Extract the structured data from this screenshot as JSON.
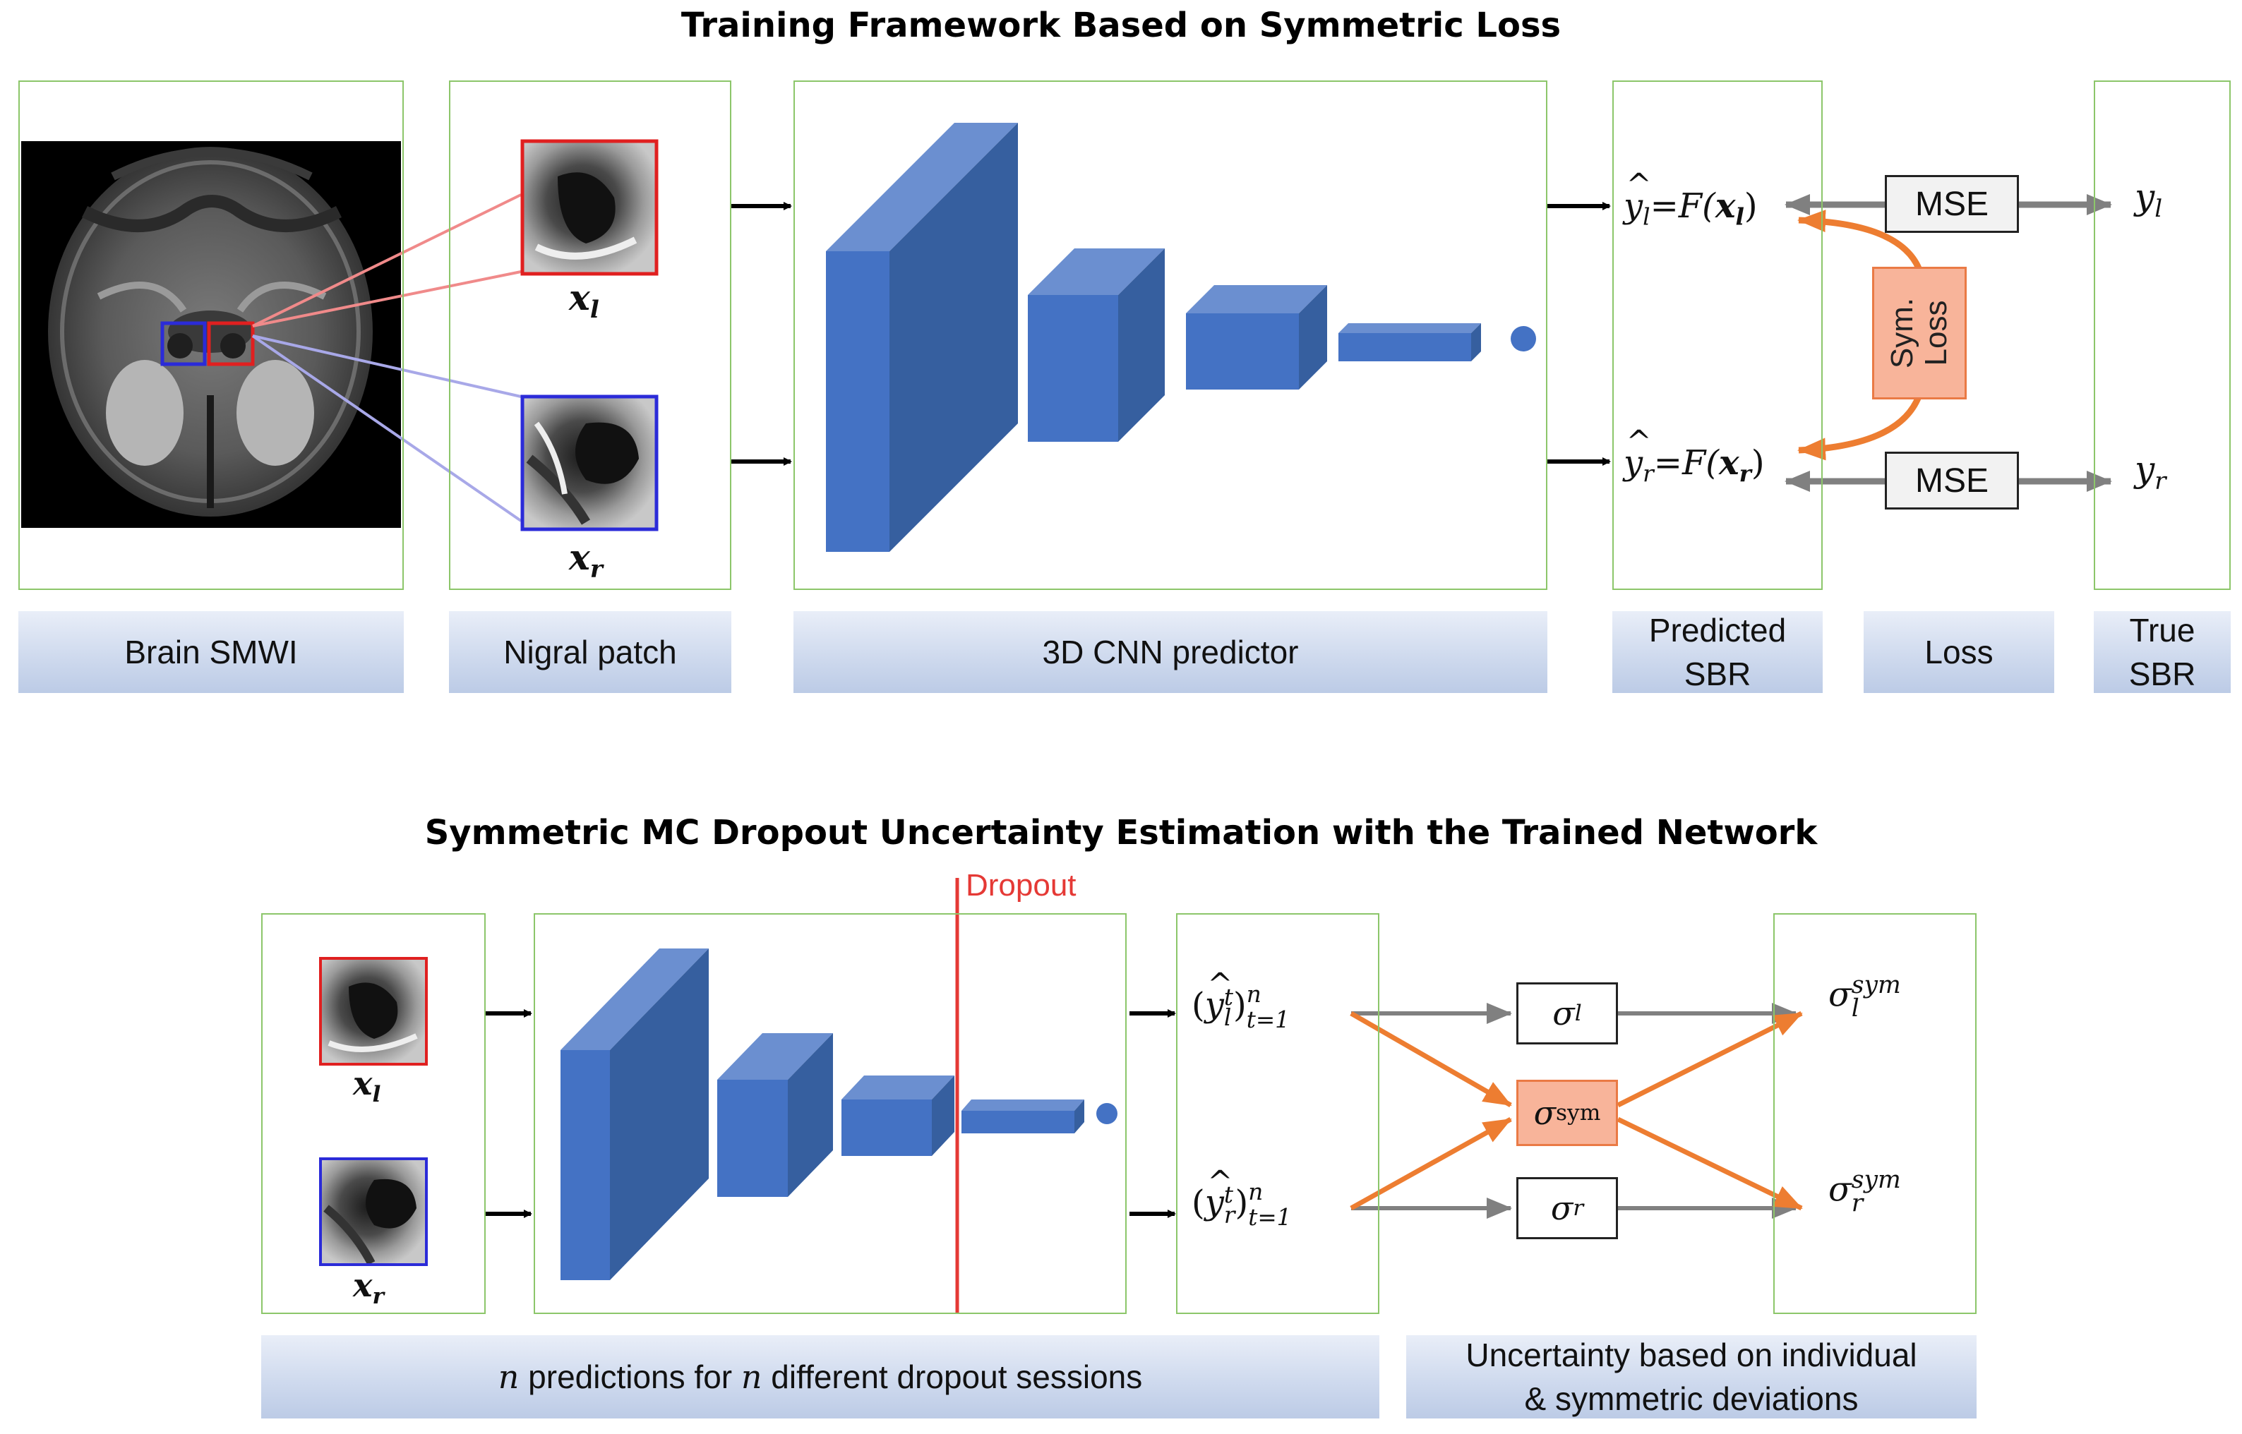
{
  "titles": {
    "top": "Training Framework Based on Symmetric Loss",
    "bottom": "Symmetric MC Dropout Uncertainty Estimation with the Trained Network"
  },
  "top_labels": {
    "brain": "Brain SMWI",
    "nigral": "Nigral patch",
    "cnn": "3D CNN predictor",
    "predicted_line1": "Predicted",
    "predicted_line2": "SBR",
    "loss": "Loss",
    "true_line1": "True",
    "true_line2": "SBR"
  },
  "top_math": {
    "x_l": "x",
    "x_l_sub": "l",
    "x_r": "x",
    "x_r_sub": "r",
    "pred_l_lhs": "y",
    "pred_l_sub": "l",
    "pred_eq": "=F(",
    "pred_l_arg": "x",
    "pred_l_arg_sub": "l",
    "pred_close": ")",
    "pred_r_lhs": "y",
    "pred_r_sub": "r",
    "pred_r_arg": "x",
    "pred_r_arg_sub": "r",
    "true_l": "y",
    "true_l_sub": "l",
    "true_r": "y",
    "true_r_sub": "r"
  },
  "loss_boxes": {
    "mse_top": "MSE",
    "mse_bottom": "MSE",
    "sym_loss_line1": "Sym.",
    "sym_loss_line2": "Loss"
  },
  "bottom_labels": {
    "dropout": "Dropout",
    "predictions_prefix": "n",
    "predictions_mid": " predictions for ",
    "predictions_n2": "n",
    "predictions_suffix": " different dropout sessions",
    "uncertainty_line1": "Uncertainty based on individual",
    "uncertainty_line2": "& symmetric deviations"
  },
  "bottom_math": {
    "x_l": "x",
    "x_l_sub": "l",
    "x_r": "x",
    "x_r_sub": "r",
    "seq_l_open": "(",
    "seq_l_var": "y",
    "seq_l_sup": "t",
    "seq_l_sub": "l",
    "seq_l_close": ")",
    "seq_l_upper": "n",
    "seq_l_lower": "t=1",
    "seq_r_open": "(",
    "seq_r_var": "y",
    "seq_r_sup": "t",
    "seq_r_sub": "r",
    "seq_r_close": ")",
    "seq_r_upper": "n",
    "seq_r_lower": "t=1",
    "sigma_l": "σ",
    "sigma_l_sub": "l",
    "sigma_sym": "σ",
    "sigma_sym_sub": "sym",
    "sigma_r": "σ",
    "sigma_r_sub": "r",
    "out_l": "σ",
    "out_l_sup": "sym",
    "out_l_sub": "l",
    "out_r": "σ",
    "out_r_sup": "sym",
    "out_r_sub": "r"
  },
  "colors": {
    "panel_border": "#8cc66a",
    "cnn_front": "#4472c4",
    "cnn_side": "#365f9f",
    "cnn_top": "#6b8fd0",
    "orange": "#ed7d31",
    "gray_arrow": "#808080",
    "dropout_line": "#e53935",
    "left_patch": "#e53935",
    "right_patch": "#3f3fc8"
  },
  "icons": {
    "brain_scan": "axial-brain-mri-image",
    "patch_l": "nigral-patch-left-image",
    "patch_r": "nigral-patch-right-image"
  }
}
